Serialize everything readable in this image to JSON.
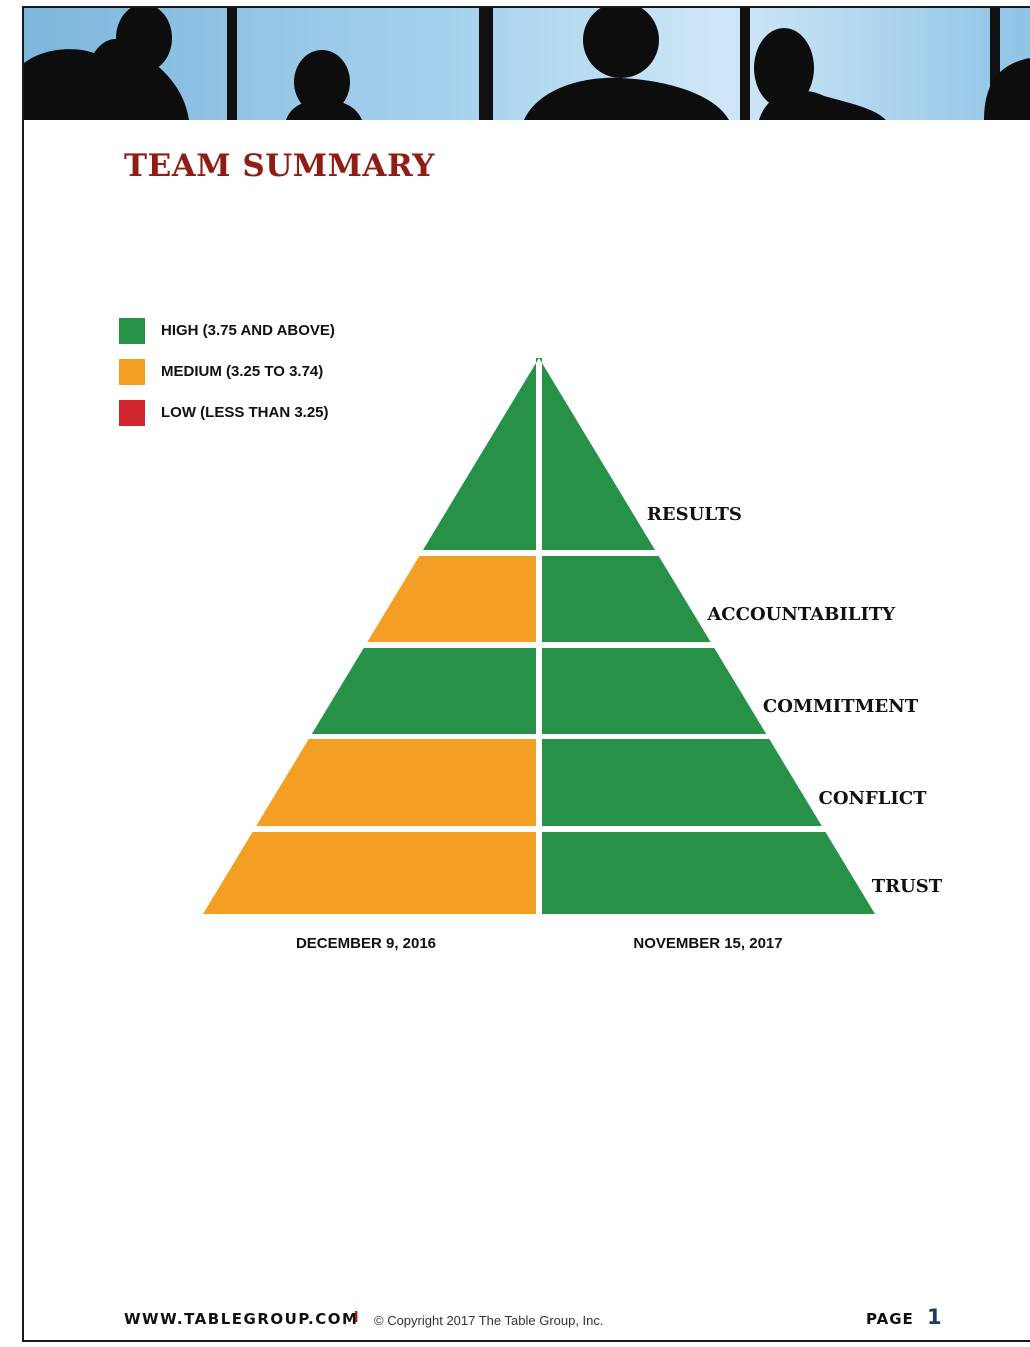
{
  "title": "TEAM SUMMARY",
  "legend": [
    {
      "label": "HIGH (3.75 AND ABOVE)",
      "color": "#269147"
    },
    {
      "label": "MEDIUM (3.25 TO 3.74)",
      "color": "#f29f23"
    },
    {
      "label": "LOW (LESS THAN 3.25)",
      "color": "#d12630"
    }
  ],
  "chart_data": {
    "type": "pyramid",
    "levels": [
      "RESULTS",
      "ACCOUNTABILITY",
      "COMMITMENT",
      "CONFLICT",
      "TRUST"
    ],
    "series": [
      {
        "name": "DECEMBER 9, 2016",
        "values": [
          "HIGH",
          "MEDIUM",
          "HIGH",
          "MEDIUM",
          "MEDIUM"
        ]
      },
      {
        "name": "NOVEMBER 15, 2017",
        "values": [
          "HIGH",
          "HIGH",
          "HIGH",
          "HIGH",
          "HIGH"
        ]
      }
    ],
    "colors": {
      "HIGH": "#269147",
      "MEDIUM": "#f29f23",
      "LOW": "#d12630"
    }
  },
  "footer": {
    "url": "WWW.TABLEGROUP.COM",
    "separator": "I",
    "copyright": "© Copyright 2017 The Table Group, Inc.",
    "page_label": "PAGE",
    "page_number": "1"
  }
}
